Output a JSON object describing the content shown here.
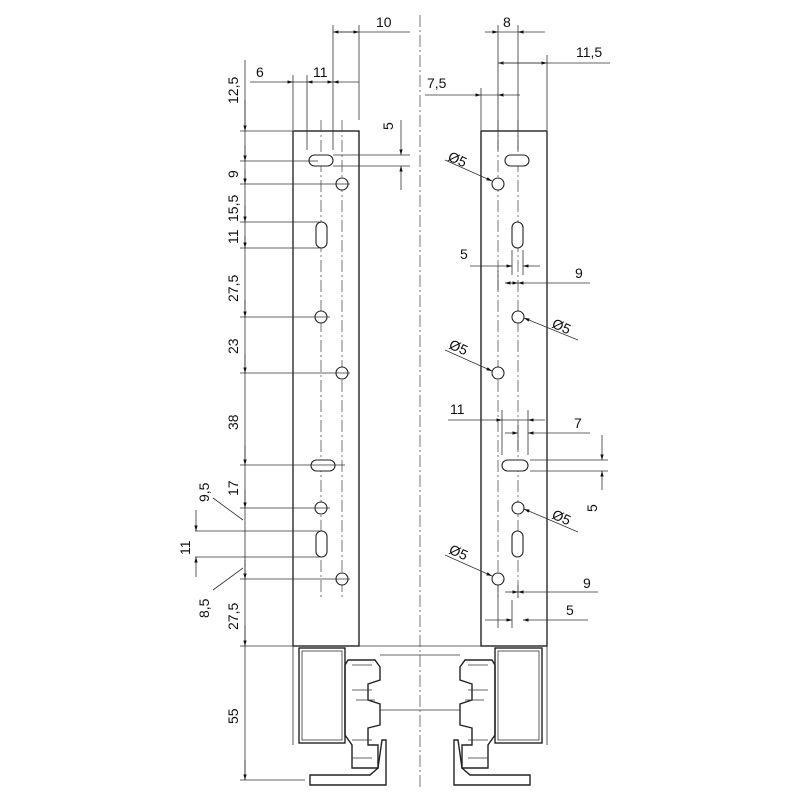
{
  "dims": {
    "top_10": "10",
    "top_6": "6",
    "top_11_left": "11",
    "top_12_5": "12,5",
    "top_8": "8",
    "top_11_5": "11,5",
    "top_7_5": "7,5",
    "slot_5_left": "5",
    "dia_a": "Ø5",
    "v_9": "9",
    "v_15_5": "15,5",
    "v_11_a": "11",
    "v_27_5_a": "27,5",
    "v_23": "23",
    "v_38": "38",
    "v_17": "17",
    "v_9_5": "9,5",
    "v_11_b": "11",
    "v_8_5": "8,5",
    "v_27_5_b": "27,5",
    "v_55": "55",
    "r_5_a": "5",
    "r_9_a": "9",
    "dia_b": "Ø5",
    "dia_c": "Ø5",
    "r_11": "11",
    "r_7": "7",
    "r_5_vert": "5",
    "dia_d": "Ø5",
    "dia_e": "Ø5",
    "r_9_b": "9",
    "r_5_b": "5"
  }
}
